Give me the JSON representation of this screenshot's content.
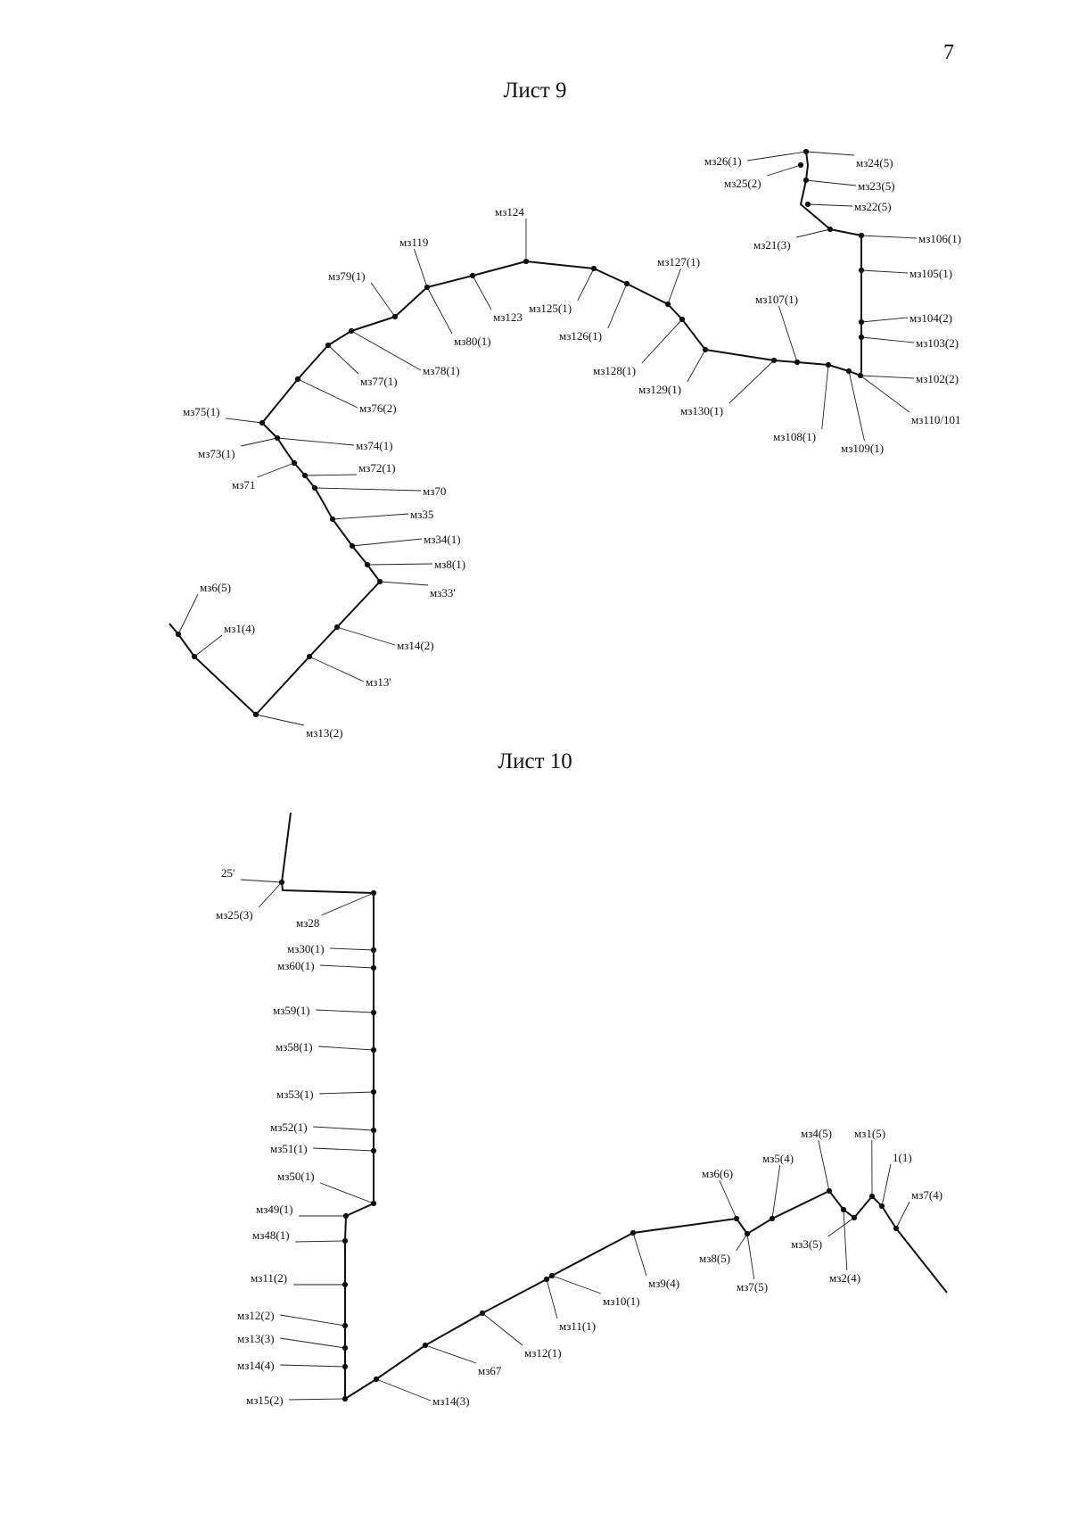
{
  "page": {
    "number": "7"
  },
  "sheets": [
    {
      "id": "sheet9",
      "title": "Лист 9",
      "labels": [
        "мз26(1)",
        "мз24(5)",
        "мз25(2)",
        "мз23(5)",
        "мз22(5)",
        "мз124",
        "мз21(3)",
        "мз106(1)",
        "мз119",
        "мз127(1)",
        "мз105(1)",
        "мз79(1)",
        "мз125(1)",
        "мз107(1)",
        "мз123",
        "мз126(1)",
        "мз104(2)",
        "мз80(1)",
        "мз103(2)",
        "мз78(1)",
        "мз128(1)",
        "мз77(1)",
        "мз129(1)",
        "мз102(2)",
        "мз76(2)",
        "мз130(1)",
        "мз110/101",
        "мз75(1)",
        "мз108(1)",
        "мз74(1)",
        "мз109(1)",
        "мз73(1)",
        "мз72(1)",
        "мз71",
        "мз70",
        "мз35",
        "мз34(1)",
        "мз8(1)",
        "мз6(5)",
        "мз33'",
        "мз1(4)",
        "мз14(2)",
        "мз13'",
        "мз13(2)"
      ]
    },
    {
      "id": "sheet10",
      "title": "Лист 10",
      "labels": [
        "25'",
        "мз25(3)",
        "мз28",
        "мз30(1)",
        "мз60(1)",
        "мз59(1)",
        "мз58(1)",
        "мз53(1)",
        "мз52(1)",
        "мз51(1)",
        "мз50(1)",
        "мз49(1)",
        "мз48(1)",
        "мз11(2)",
        "мз12(2)",
        "мз13(3)",
        "мз14(4)",
        "мз15(2)",
        "мз14(3)",
        "мз67",
        "мз12(1)",
        "мз11(1)",
        "мз10(1)",
        "мз9(4)",
        "мз6(6)",
        "мз8(5)",
        "мз7(5)",
        "мз5(4)",
        "мз4(5)",
        "мз1(5)",
        "1(1)",
        "мз7(4)",
        "мз3(5)",
        "мз2(4)"
      ]
    }
  ]
}
